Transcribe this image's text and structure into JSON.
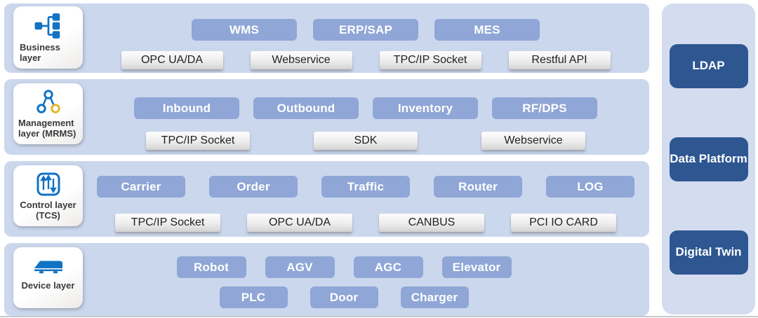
{
  "colors": {
    "panel_bg": "#CBD7ED",
    "sidebar_bg": "#D4DCEF",
    "app_box_blue": "#8FA6D6",
    "dark_box_blue": "#2E5792",
    "icon_blue": "#1272C4",
    "icon_yellow": "#E8B52B",
    "badge_text": "#3A3A3A"
  },
  "layers": [
    {
      "label": "Business layer",
      "icon": "hierarchy-icon",
      "apps": [
        "WMS",
        "ERP/SAP",
        "MES"
      ],
      "protocols": [
        "OPC UA/DA",
        "Webservice",
        "TPC/IP Socket",
        "Restful API"
      ]
    },
    {
      "label": "Management layer (MRMS)",
      "icon": "org-chart-icon",
      "apps": [
        "Inbound",
        "Outbound",
        "Inventory",
        "RF/DPS"
      ],
      "protocols": [
        "TPC/IP Socket",
        "SDK",
        "Webservice"
      ]
    },
    {
      "label": "Control layer (TCS)",
      "icon": "sliders-icon",
      "apps": [
        "Carrier",
        "Order",
        "Traffic",
        "Router",
        "LOG"
      ],
      "protocols": [
        "TPC/IP Socket",
        "OPC UA/DA",
        "CANBUS",
        "PCI IO CARD"
      ]
    },
    {
      "label": "Device layer",
      "icon": "agv-icon",
      "apps": [
        "Robot",
        "AGV",
        "AGC",
        "Elevator"
      ],
      "apps_row2": [
        "PLC",
        "Door",
        "Charger"
      ]
    }
  ],
  "sidebar": {
    "items": [
      "LDAP",
      "Data Platform",
      "Digital Twin"
    ]
  }
}
